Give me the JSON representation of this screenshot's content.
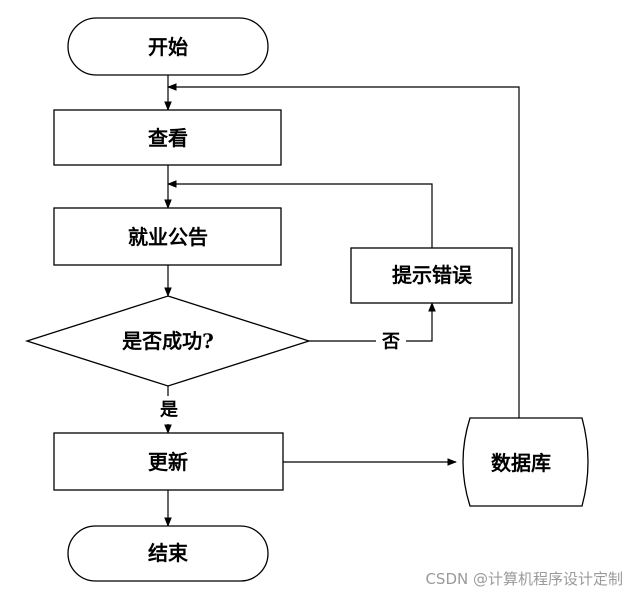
{
  "nodes": {
    "start": "开始",
    "view": "查看",
    "notice": "就业公告",
    "decision": "是否成功?",
    "error": "提示错误",
    "update": "更新",
    "database": "数据库",
    "end": "结束"
  },
  "edge_labels": {
    "no": "否",
    "yes": "是"
  },
  "watermark": "CSDN @计算机程序设计定制"
}
